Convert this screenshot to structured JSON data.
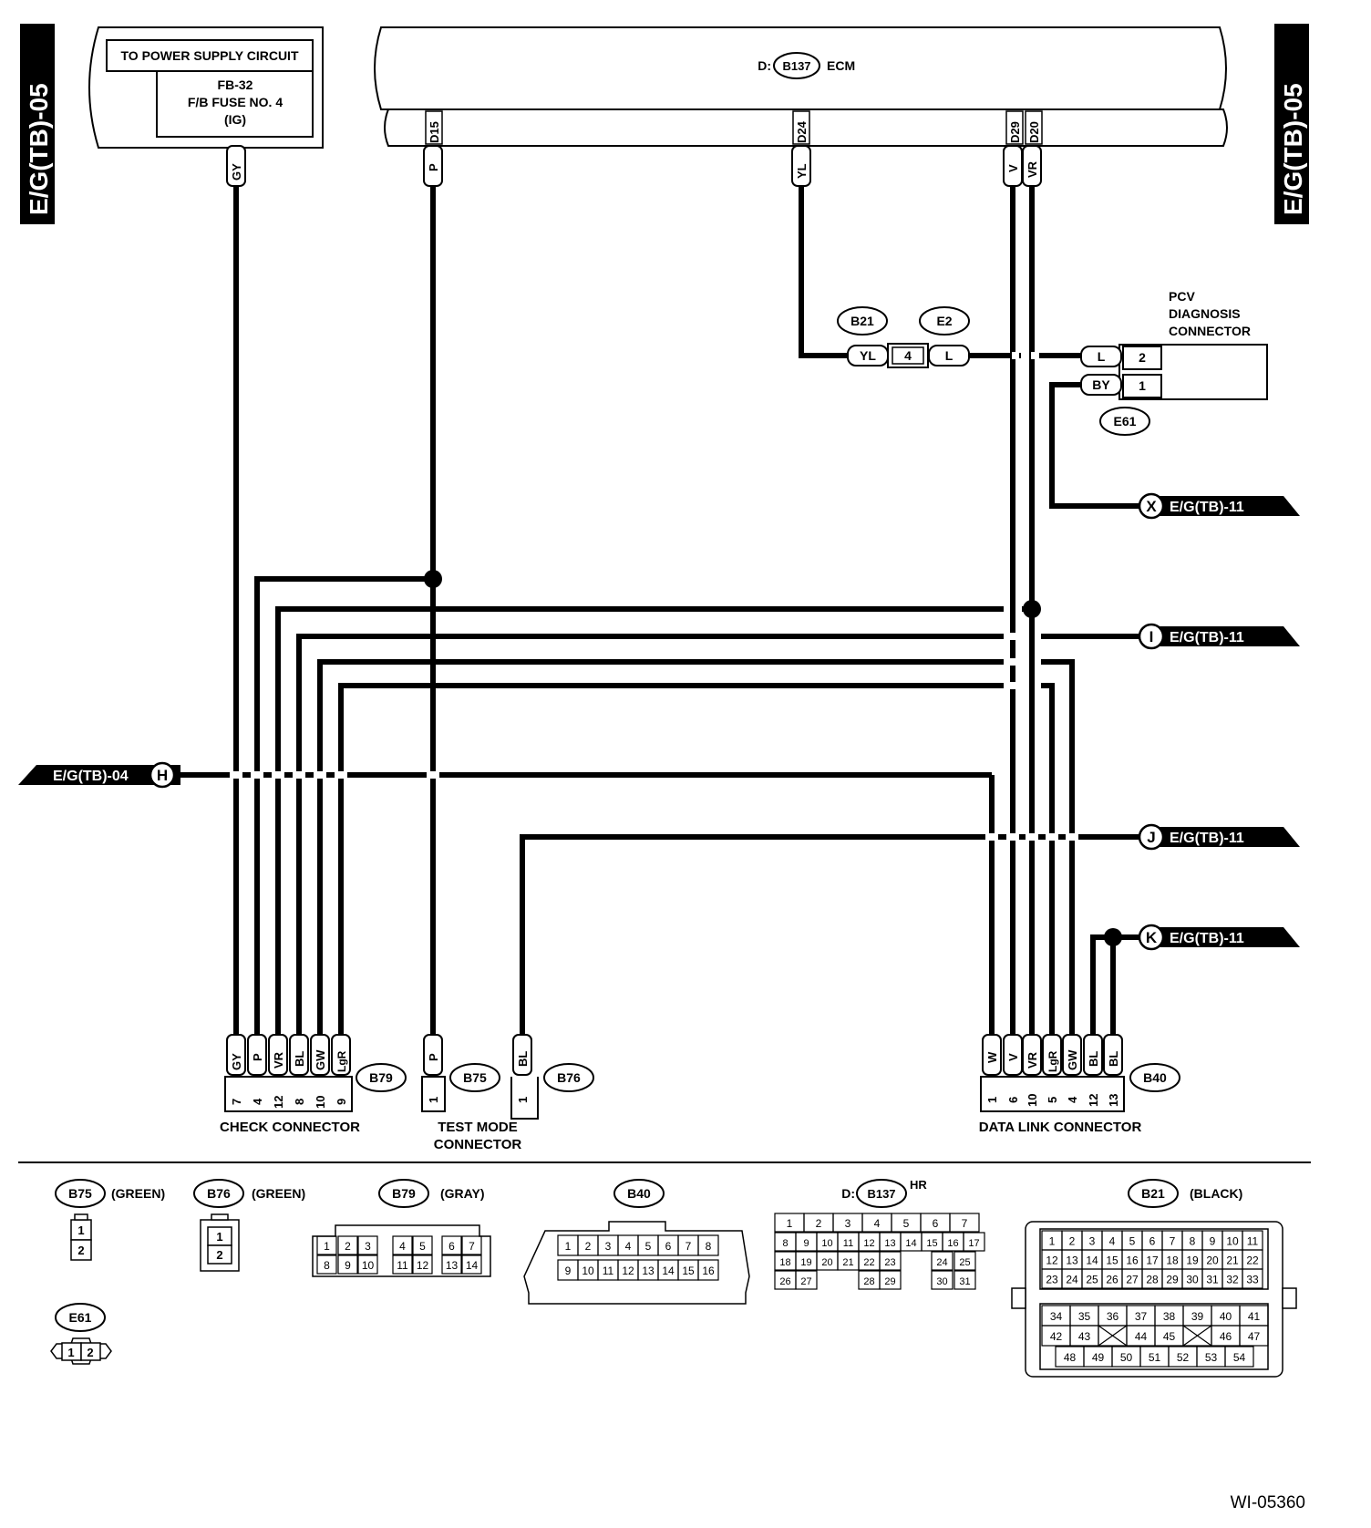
{
  "side_tabs": {
    "left": "E/G(TB)-05",
    "right": "E/G(TB)-05"
  },
  "power": {
    "title": "TO POWER SUPPLY CIRCUIT",
    "fuse_line1": "FB-32",
    "fuse_line2": "F/B FUSE NO. 4",
    "fuse_line3": "(IG)",
    "wire": "GY"
  },
  "ecm": {
    "prefix": "D:",
    "conn": "B137",
    "label": "ECM",
    "pins": [
      {
        "pin": "D15",
        "wire": "P"
      },
      {
        "pin": "D24",
        "wire": "YL"
      },
      {
        "pin": "D29",
        "wire": "V"
      },
      {
        "pin": "D20",
        "wire": "VR"
      }
    ]
  },
  "pcv": {
    "title1": "PCV",
    "title2": "DIAGNOSIS",
    "title3": "CONNECTOR",
    "conn": "E61",
    "pin2_wire": "L",
    "pin2": "2",
    "pin1_wire": "BY",
    "pin1": "1"
  },
  "joint": {
    "left_conn": "B21",
    "right_conn": "E2",
    "left_wire": "YL",
    "pin": "4",
    "right_wire": "L"
  },
  "refs": [
    {
      "letter": "X",
      "text": "E/G(TB)-11"
    },
    {
      "letter": "I",
      "text": "E/G(TB)-11"
    },
    {
      "letter": "H",
      "text": "E/G(TB)-04"
    },
    {
      "letter": "J",
      "text": "E/G(TB)-11"
    },
    {
      "letter": "K",
      "text": "E/G(TB)-11"
    }
  ],
  "check_connector": {
    "name": "CHECK CONNECTOR",
    "conn": "B79",
    "wires": [
      "GY",
      "P",
      "VR",
      "BL",
      "GW",
      "LgR"
    ],
    "pins": [
      "7",
      "4",
      "12",
      "8",
      "10",
      "9"
    ]
  },
  "test_mode": {
    "name_line1": "TEST MODE",
    "name_line2": "CONNECTOR",
    "b75_wire": "P",
    "b75_pin": "1",
    "b75": "B75",
    "b76_wire": "BL",
    "b76_pin": "1",
    "b76": "B76"
  },
  "data_link": {
    "name": "DATA LINK CONNECTOR",
    "conn": "B40",
    "wires": [
      "W",
      "V",
      "VR",
      "LgR",
      "GW",
      "BL",
      "BL"
    ],
    "pins": [
      "1",
      "6",
      "10",
      "5",
      "4",
      "12",
      "13"
    ]
  },
  "legend": {
    "b75": {
      "name": "B75",
      "color": "(GREEN)",
      "pins": [
        "1",
        "2"
      ]
    },
    "b76": {
      "name": "B76",
      "color": "(GREEN)",
      "pins": [
        "1",
        "2"
      ]
    },
    "b79": {
      "name": "B79",
      "color": "(GRAY)",
      "row1": [
        "1",
        "2",
        "3",
        "4",
        "5",
        "6",
        "7"
      ],
      "row2": [
        "8",
        "9",
        "10",
        "11",
        "12",
        "13",
        "14"
      ]
    },
    "b40": {
      "name": "B40",
      "row1": [
        "1",
        "2",
        "3",
        "4",
        "5",
        "6",
        "7",
        "8"
      ],
      "row2": [
        "9",
        "10",
        "11",
        "12",
        "13",
        "14",
        "15",
        "16"
      ]
    },
    "b137": {
      "prefix": "D:",
      "name": "B137",
      "suffix": "HR",
      "row1": [
        "1",
        "2",
        "3",
        "4",
        "5",
        "6",
        "7"
      ],
      "row2": [
        "8",
        "9",
        "10",
        "11",
        "12",
        "13",
        "14",
        "15",
        "16",
        "17"
      ],
      "row3": [
        "18",
        "19",
        "20",
        "21",
        "22",
        "23",
        "24",
        "25"
      ],
      "row4": [
        "26",
        "27",
        "28",
        "29",
        "30",
        "31"
      ]
    },
    "b21": {
      "name": "B21",
      "color": "(BLACK)",
      "row1": [
        "1",
        "2",
        "3",
        "4",
        "5",
        "6",
        "7",
        "8",
        "9",
        "10",
        "11"
      ],
      "row2": [
        "12",
        "13",
        "14",
        "15",
        "16",
        "17",
        "18",
        "19",
        "20",
        "21",
        "22"
      ],
      "row3": [
        "23",
        "24",
        "25",
        "26",
        "27",
        "28",
        "29",
        "30",
        "31",
        "32",
        "33"
      ],
      "row4": [
        "34",
        "35",
        "36",
        "37",
        "38",
        "39",
        "40",
        "41"
      ],
      "row5": [
        "42",
        "43",
        "44",
        "45",
        "46",
        "47"
      ],
      "row6": [
        "48",
        "49",
        "50",
        "51",
        "52",
        "53",
        "54"
      ]
    },
    "e61": {
      "name": "E61",
      "pins": [
        "1",
        "2"
      ]
    }
  },
  "figure_id": "WI-05360"
}
